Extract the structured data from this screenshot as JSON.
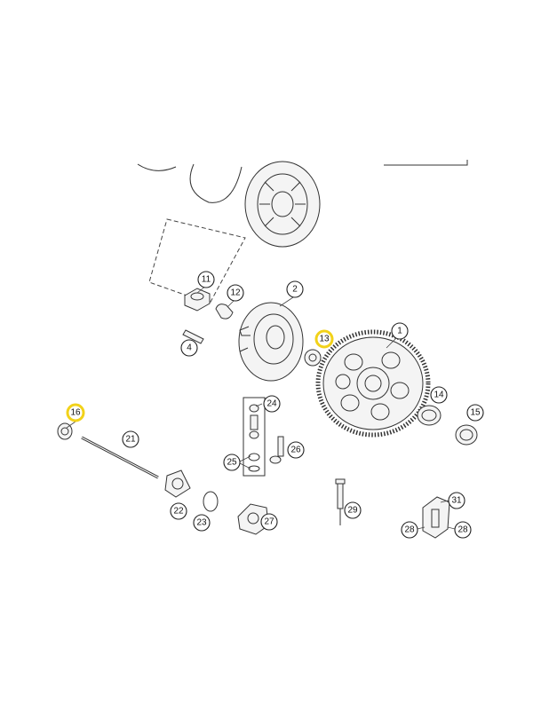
{
  "highlight_color": "#f2d21a",
  "callouts": [
    {
      "id": "c1",
      "label": "1",
      "highlighted": false
    },
    {
      "id": "c2",
      "label": "2",
      "highlighted": false
    },
    {
      "id": "c4",
      "label": "4",
      "highlighted": false
    },
    {
      "id": "c11",
      "label": "11",
      "highlighted": false
    },
    {
      "id": "c12",
      "label": "12",
      "highlighted": false
    },
    {
      "id": "c13",
      "label": "13",
      "highlighted": true
    },
    {
      "id": "c14",
      "label": "14",
      "highlighted": false
    },
    {
      "id": "c15",
      "label": "15",
      "highlighted": false
    },
    {
      "id": "c16",
      "label": "16",
      "highlighted": true
    },
    {
      "id": "c21",
      "label": "21",
      "highlighted": false
    },
    {
      "id": "c22",
      "label": "22",
      "highlighted": false
    },
    {
      "id": "c23",
      "label": "23",
      "highlighted": false
    },
    {
      "id": "c24",
      "label": "24",
      "highlighted": false
    },
    {
      "id": "c25",
      "label": "25",
      "highlighted": false
    },
    {
      "id": "c26",
      "label": "26",
      "highlighted": false
    },
    {
      "id": "c27",
      "label": "27",
      "highlighted": false
    },
    {
      "id": "c28a",
      "label": "28",
      "highlighted": false
    },
    {
      "id": "c28b",
      "label": "28",
      "highlighted": false
    },
    {
      "id": "c29",
      "label": "29",
      "highlighted": false
    },
    {
      "id": "c31",
      "label": "31",
      "highlighted": false
    }
  ]
}
